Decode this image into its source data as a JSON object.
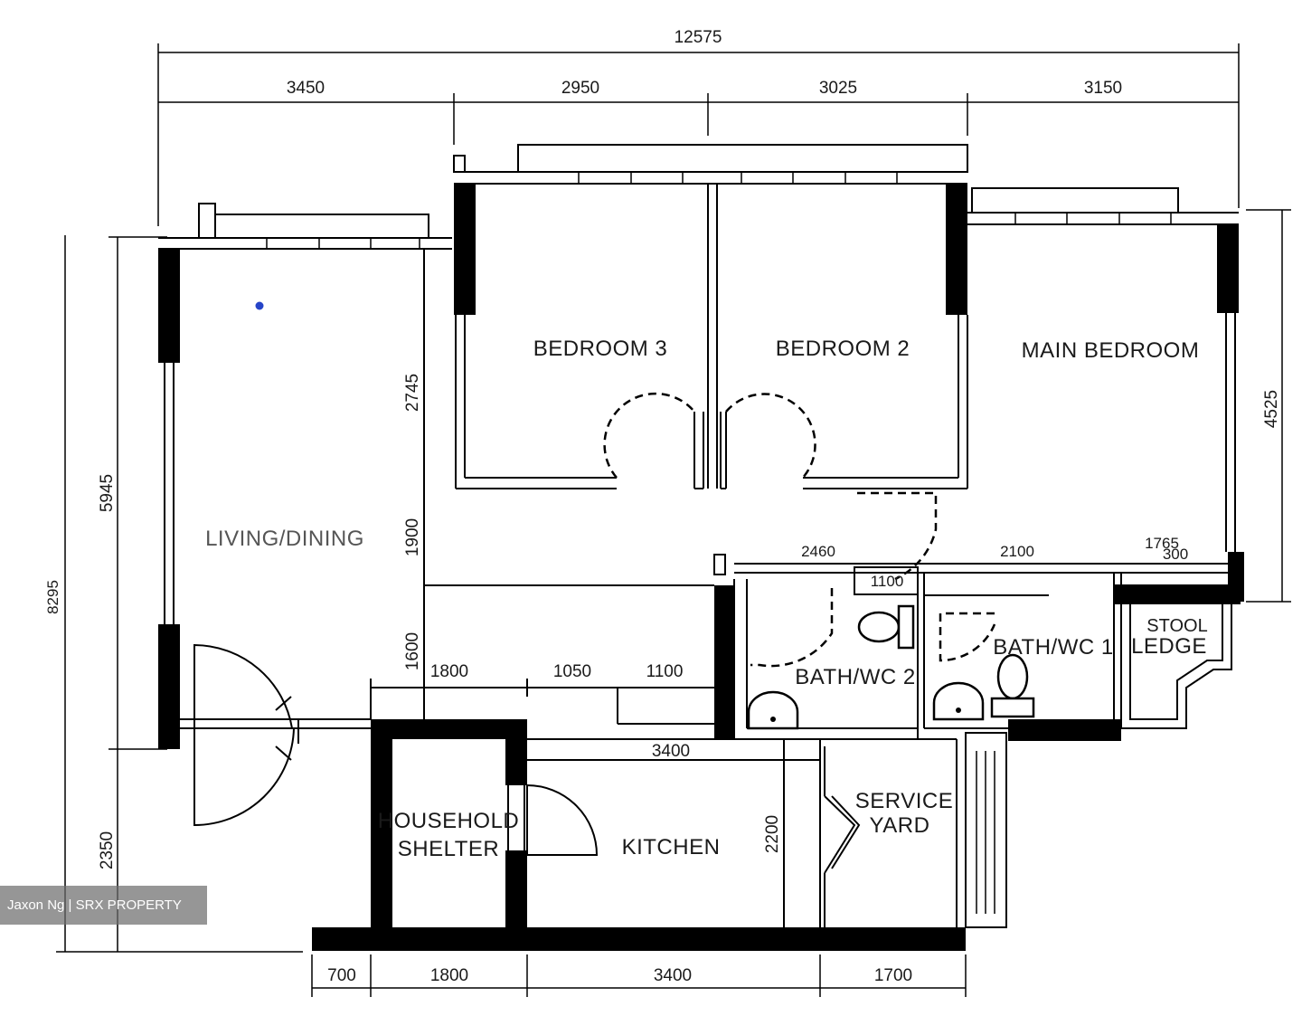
{
  "dimensions": {
    "overall_top": "12575",
    "top": [
      "3450",
      "2950",
      "3025",
      "3150"
    ],
    "left_outer": "5945",
    "left_outer_lower": "2350",
    "left_outer_faint": "8295",
    "right": "4525",
    "living_inner": [
      "2745",
      "1900",
      "1600"
    ],
    "mid_row": [
      "1800",
      "1050",
      "1100"
    ],
    "kitchen_width": "3400",
    "kitchen_height": "2200",
    "bottom": [
      "700",
      "1800",
      "3400",
      "1700"
    ],
    "bath_top": [
      "2460",
      "2100",
      "1100",
      "1765",
      "300"
    ]
  },
  "rooms": {
    "bedroom3": "BEDROOM 3",
    "bedroom2": "BEDROOM 2",
    "main_bedroom": "MAIN BEDROOM",
    "living_dining": "LIVING/DINING",
    "bath2": "BATH/WC 2",
    "bath1": "BATH/WC 1",
    "ledge_line1": "STOOL",
    "ledge_line2": "LEDGE",
    "shelter_line1": "HOUSEHOLD",
    "shelter_line2": "SHELTER",
    "kitchen": "KITCHEN",
    "service_line1": "SERVICE",
    "service_line2": "YARD"
  },
  "watermark": "Jaxon Ng | SRX PROPERTY"
}
